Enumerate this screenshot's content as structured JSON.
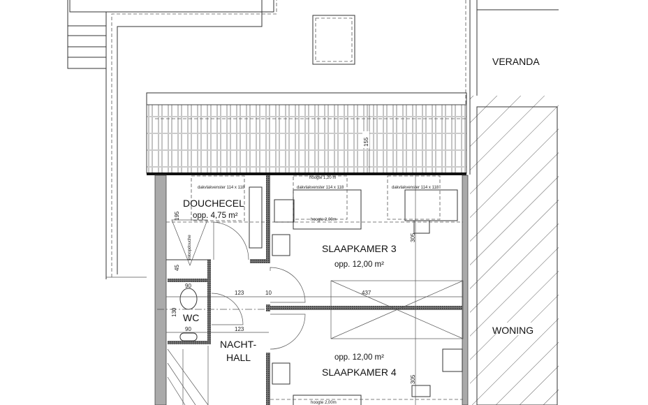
{
  "rooms": {
    "douchecel": {
      "name": "DOUCHECEL",
      "area": "opp. 4,75 m²"
    },
    "slaapkamer3": {
      "name": "SLAAPKAMER 3",
      "area": "opp. 12,00 m²"
    },
    "slaapkamer4": {
      "name": "SLAAPKAMER 4",
      "area": "opp. 12,00 m²"
    },
    "wc": {
      "name": "WC"
    },
    "nachthall": {
      "line1": "NACHT-",
      "line2": "HALL"
    },
    "veranda": {
      "name": "VERANDA"
    },
    "woning": {
      "name": "WONING"
    }
  },
  "annotations": {
    "skylight_1": "dakvlakvenster 114 x 118",
    "skylight_2": "dakvlakvenster 114 x 118",
    "skylight_3": "dakvlakvenster 114 x 118",
    "height_120": "hoogte 1,20 m",
    "height_200_top": "hoogte 2,00m",
    "height_200_bottom": "hoogte 2,00m",
    "shower": "inloopdouche"
  },
  "dimensions": {
    "roof_depth": "155",
    "shower_195": "195",
    "shower_45": "45",
    "wc_130": "130",
    "wc_width_top": "90",
    "wc_width_bottom": "90",
    "hall_123_top": "123",
    "hall_123_bottom": "123",
    "wall_10": "10",
    "room_437": "437",
    "room3_305": "305",
    "room4_305": "305"
  }
}
